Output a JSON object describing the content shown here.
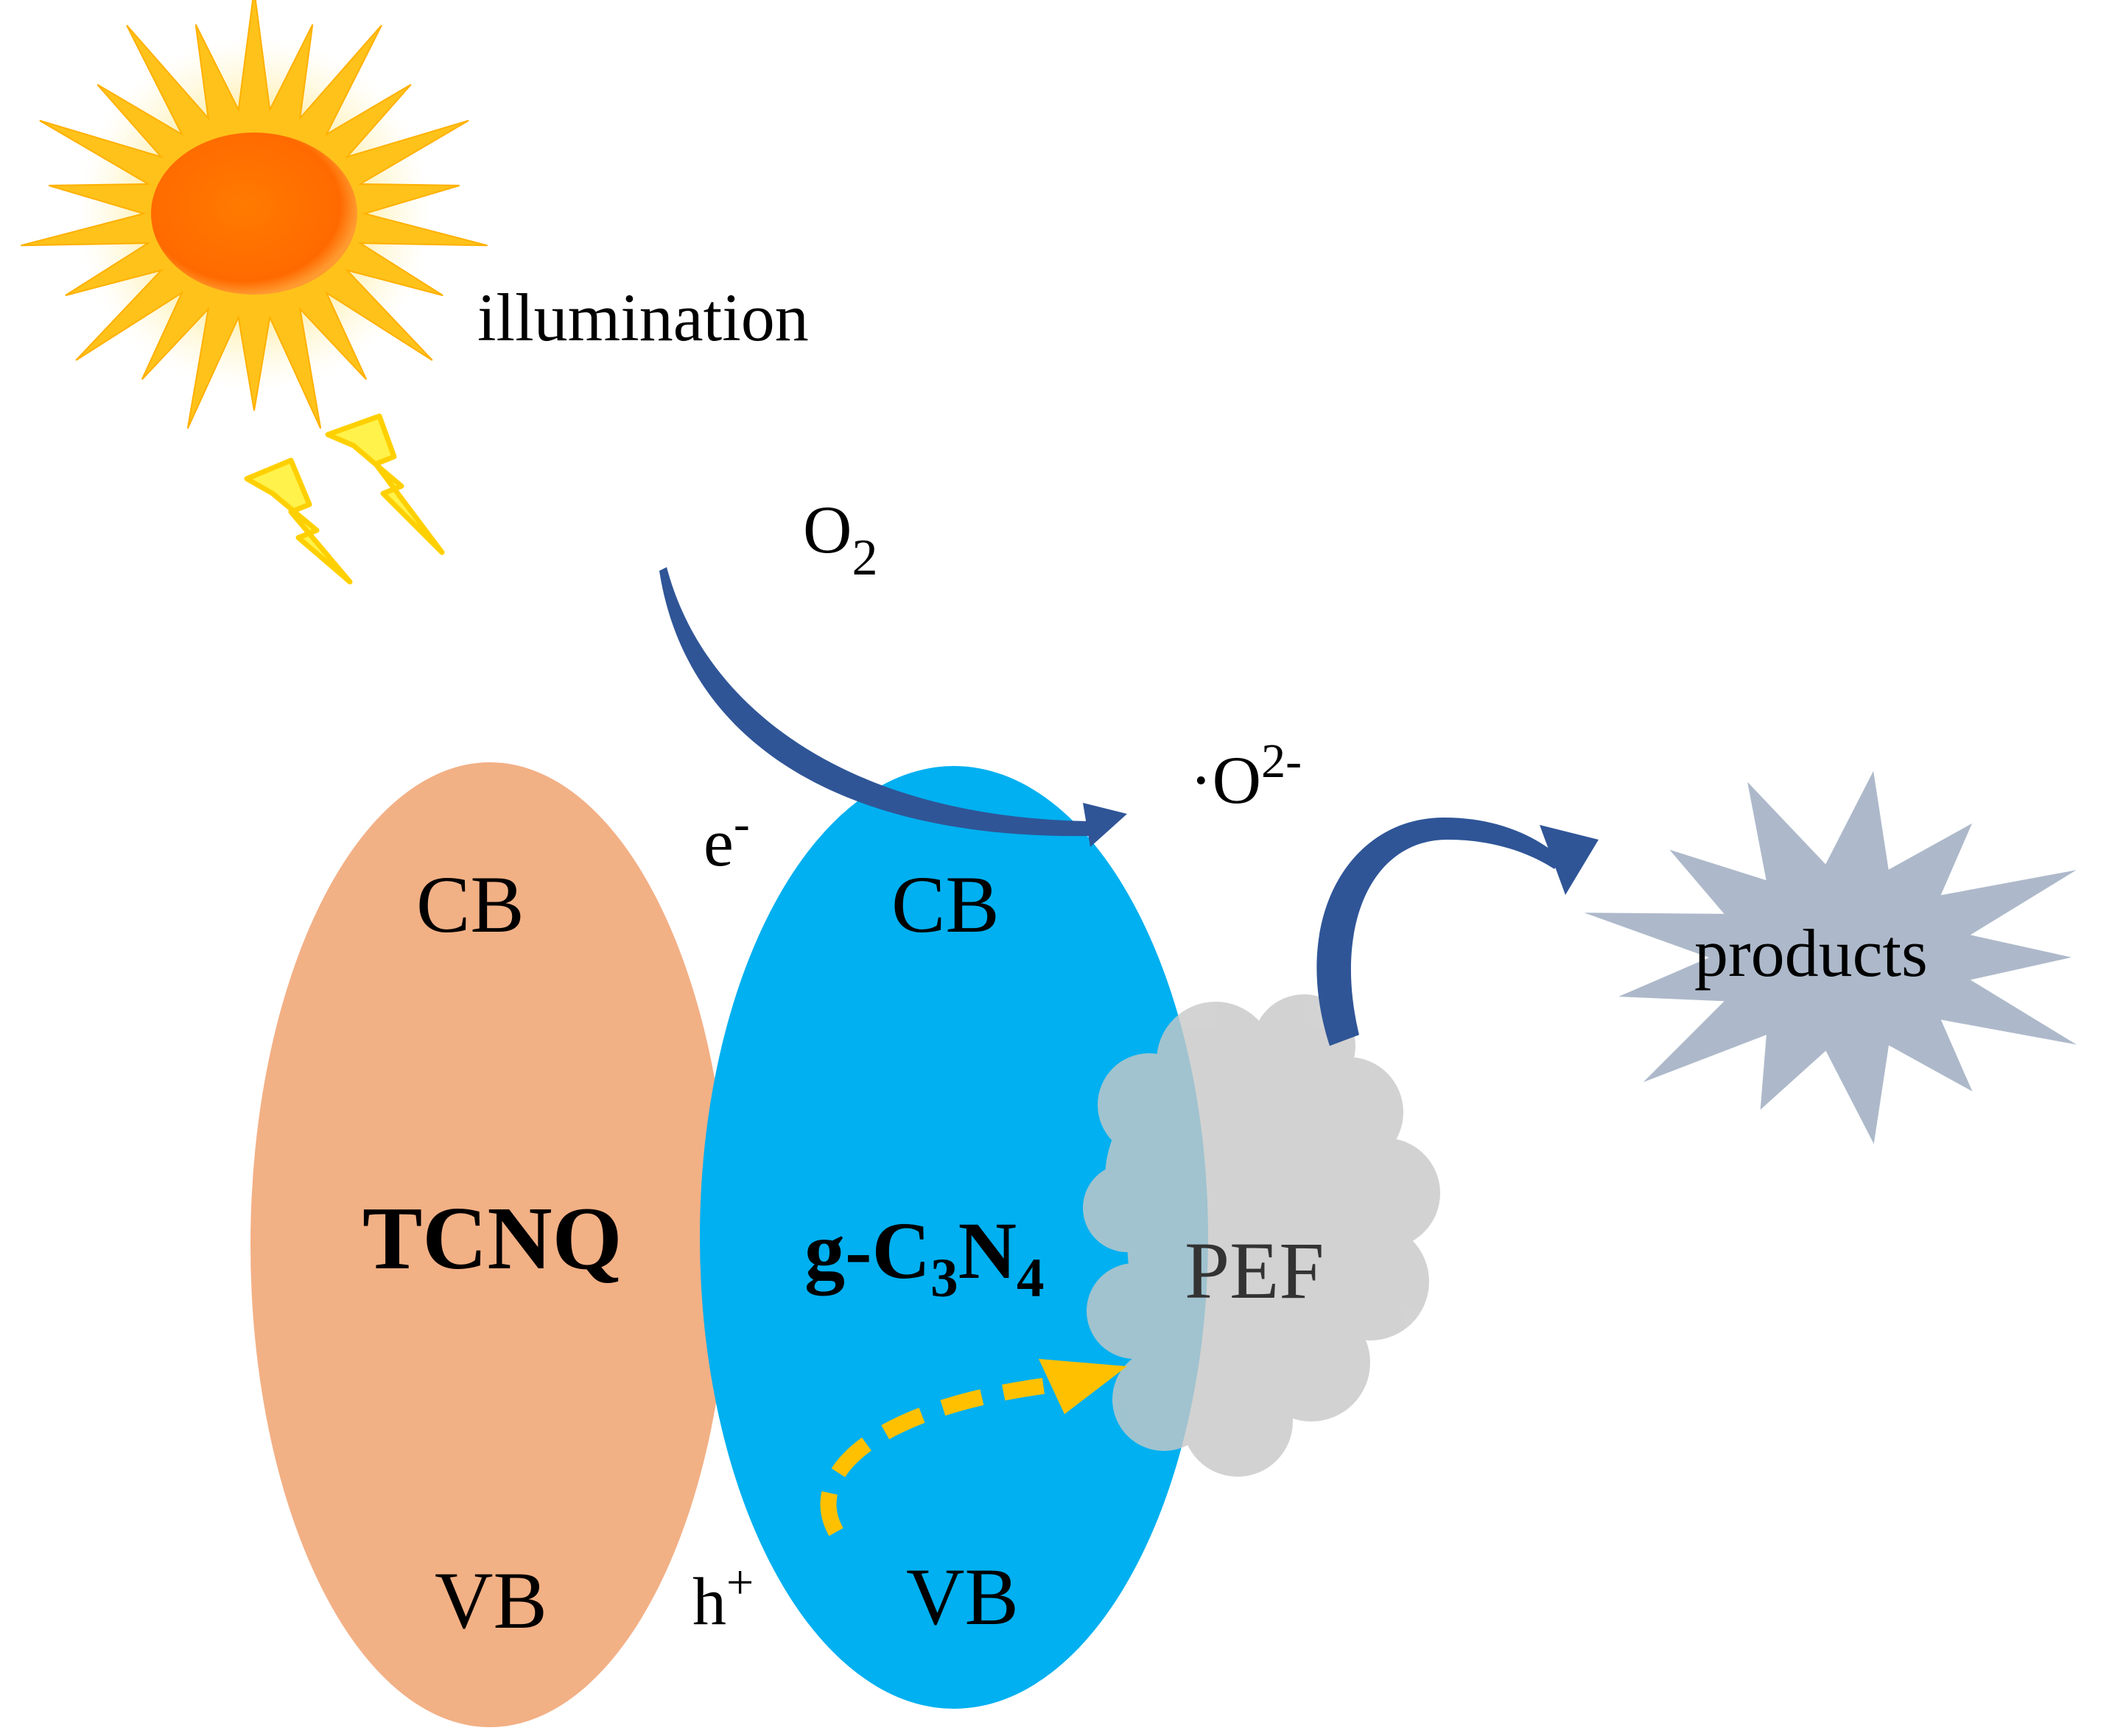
{
  "labels": {
    "illumination": "illumination",
    "o2_main": "O",
    "o2_sub": "2",
    "superoxide_main": "·O",
    "superoxide_sup": "2-",
    "electron_main": "e",
    "electron_sup": "-",
    "hole_main": "h",
    "hole_sup": "+",
    "tcnq_cb": "CB",
    "tcnq_name": "TCNQ",
    "tcnq_vb": "VB",
    "gcn_cb": "CB",
    "gcn_name_a": "g-C",
    "gcn_name_sub1": "3",
    "gcn_name_b": "N",
    "gcn_name_sub2": "4",
    "gcn_vb": "VB",
    "pef": "PEF",
    "products": "products"
  },
  "colors": {
    "tcnq_fill": "#F2B085",
    "gcn_fill": "#00B0F0",
    "pef_fill": "#C8C8C8",
    "products_fill": "#ADB9CA",
    "arrow_blue": "#2F5597",
    "arrow_dashed": "#FFC000",
    "sun_core": "#FF7000",
    "sun_rays": "#FFC000",
    "lightning": "#FFF24A"
  },
  "icons": {
    "sun": "sun-icon",
    "lightning": "lightning-bolt-icon"
  }
}
